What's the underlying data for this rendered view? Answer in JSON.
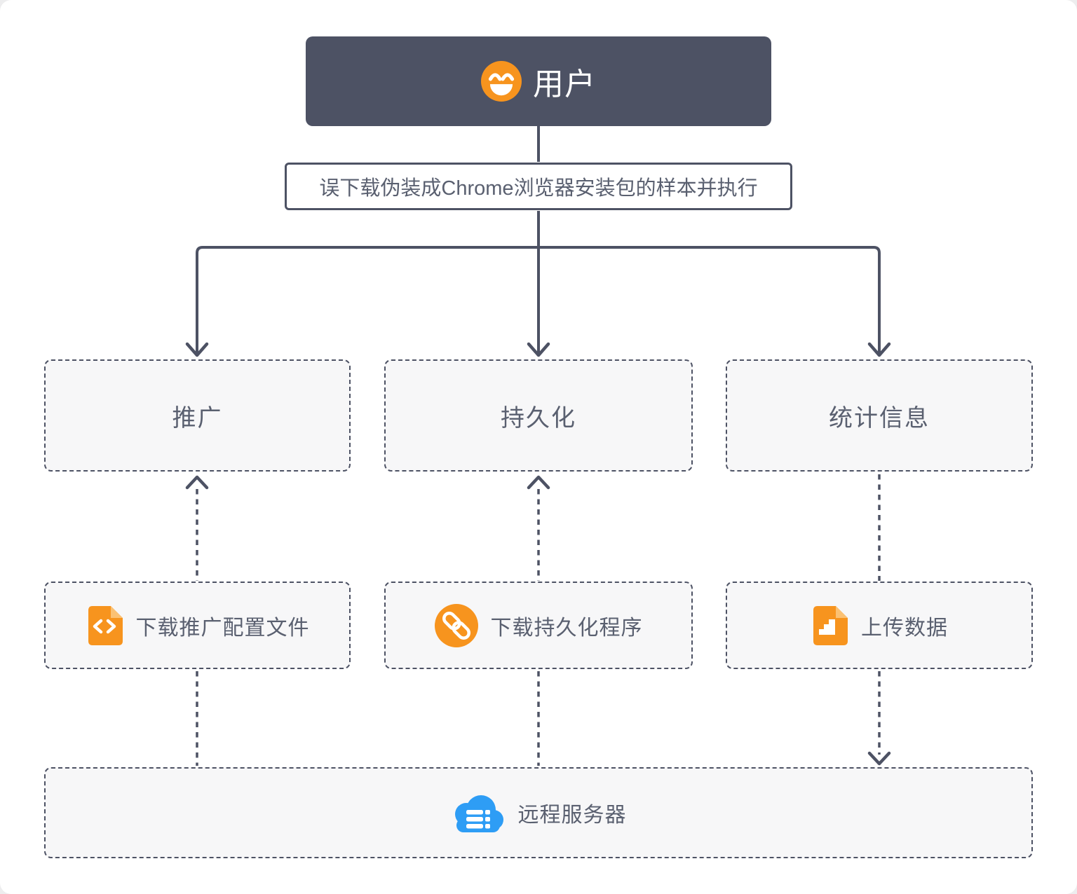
{
  "colors": {
    "slate": "#4D5264",
    "ink": "#5A6070",
    "panel": "#F7F7F8",
    "orange": "#F7941E",
    "orange_light": "#FBC173",
    "blue": "#2E9DF5"
  },
  "diagram": {
    "user": {
      "label": "用户",
      "icon": "grin-face-icon"
    },
    "action": {
      "label": "误下载伪装成Chrome浏览器安装包的样本并执行"
    },
    "branches": [
      {
        "title": "推广"
      },
      {
        "title": "持久化"
      },
      {
        "title": "统计信息"
      }
    ],
    "tasks": [
      {
        "label": "下载推广配置文件",
        "icon": "code-file-icon"
      },
      {
        "label": "下载持久化程序",
        "icon": "link-icon"
      },
      {
        "label": "上传数据",
        "icon": "chart-file-icon"
      }
    ],
    "server": {
      "label": "远程服务器",
      "icon": "cloud-server-icon"
    }
  }
}
